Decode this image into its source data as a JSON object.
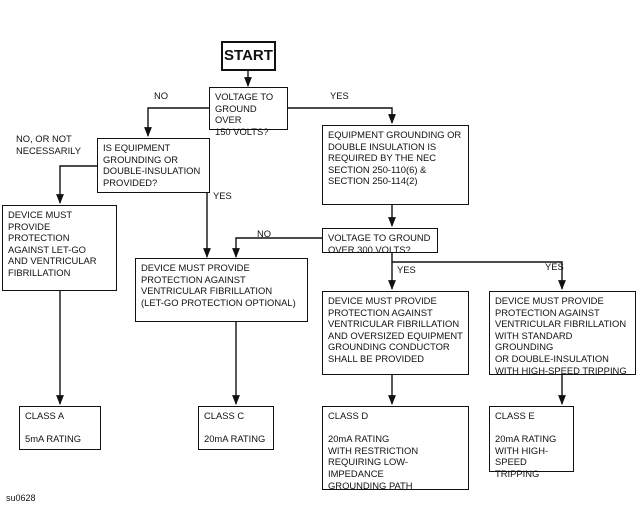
{
  "start": "START",
  "decisions": {
    "over150": "VOLTAGE TO\nGROUND OVER\n150 VOLTS?",
    "grounding_provided": "IS EQUIPMENT\nGROUNDING OR\nDOUBLE-INSULATION\nPROVIDED?",
    "over300": "VOLTAGE TO GROUND\nOVER 300 VOLTS?"
  },
  "statements": {
    "nec_required": "EQUIPMENT GROUNDING OR\nDOUBLE INSULATION IS\nREQUIRED BY THE NEC\nSECTION 250-110(6) &\nSECTION 250-114(2)",
    "letgo_protection": "DEVICE MUST\nPROVIDE PROTECTION\nAGAINST LET-GO\nAND VENTRICULAR\nFIBRILLATION",
    "vf_protection": "DEVICE MUST PROVIDE\nPROTECTION AGAINST\nVENTRICULAR FIBRILLATION\n(LET-GO PROTECTION OPTIONAL)",
    "oversized_conductor": "DEVICE MUST PROVIDE\nPROTECTION AGAINST\nVENTRICULAR FIBRILLATION\nAND OVERSIZED EQUIPMENT\nGROUNDING CONDUCTOR\nSHALL BE PROVIDED",
    "high_speed": "DEVICE MUST PROVIDE\nPROTECTION AGAINST\nVENTRICULAR FIBRILLATION\nWITH STANDARD GROUNDING\nOR DOUBLE-INSULATION\nWITH HIGH-SPEED TRIPPING"
  },
  "classes": {
    "a": "CLASS A\n\n5mA RATING",
    "c": "CLASS C\n\n20mA RATING",
    "d": "CLASS D\n\n20mA RATING\nWITH RESTRICTION\nREQUIRING LOW-IMPEDANCE\nGROUNDING PATH",
    "e": "CLASS E\n\n20mA RATING\nWITH HIGH-SPEED\nTRIPPING"
  },
  "edge_labels": {
    "over150_no": "NO",
    "over150_yes": "YES",
    "grounding_no": "NO, OR NOT\nNECESSARILY",
    "grounding_yes": "YES",
    "over300_no": "NO",
    "over300_yes_d": "YES",
    "over300_yes_e": "YES"
  },
  "figure_code": "su0628"
}
